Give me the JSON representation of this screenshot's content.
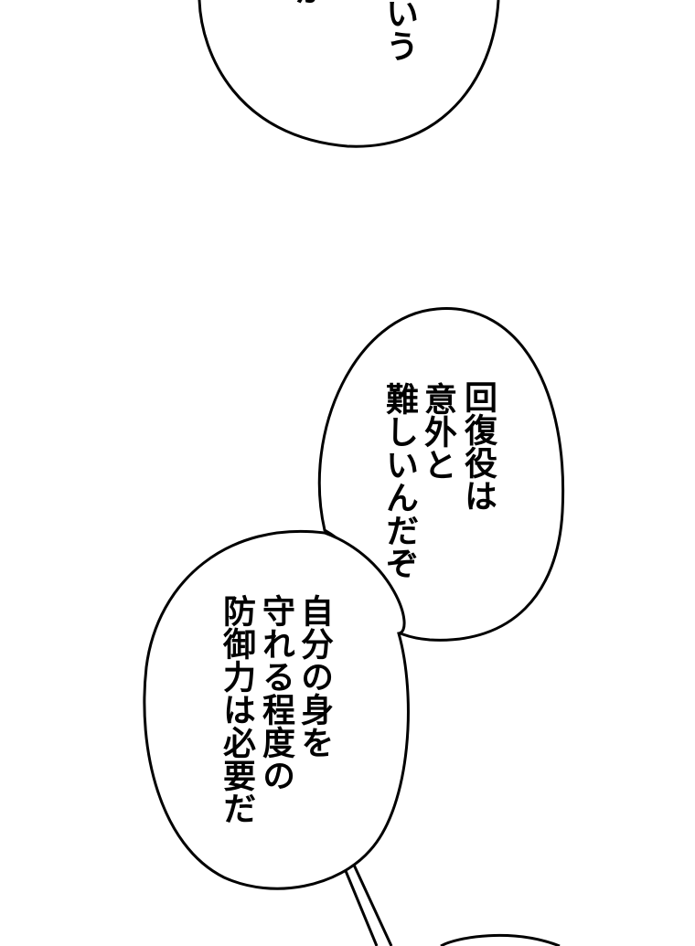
{
  "top_bubble": {
    "lines": [
      "という",
      "か"
    ]
  },
  "bubble_upper": {
    "lines": [
      "回復役は",
      "意外と",
      "難しいんだぞ"
    ]
  },
  "bubble_lower": {
    "lines": [
      "自分の身を",
      "守れる程度の",
      "防御力は必要だ"
    ]
  },
  "colors": {
    "ink": "#000000",
    "paper": "#ffffff"
  }
}
